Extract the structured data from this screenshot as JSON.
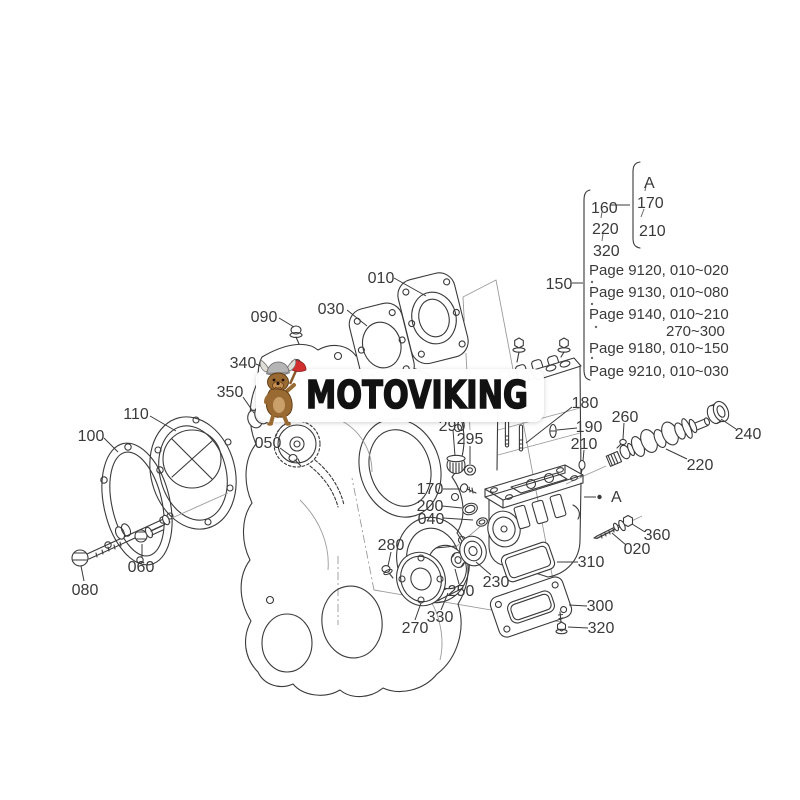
{
  "product_watermark": {
    "brand": "MOTOVIKING",
    "mascot": "viking-dog-with-axe",
    "box_color": "#ffffff",
    "text_color": "#121212",
    "axe_color": "#d32f2f",
    "fur_color": "#9a6a33",
    "helmet_color": "#b5b5b5"
  },
  "diagram": {
    "type": "exploded-parts-diagram",
    "line_color": "#3a3a3a",
    "callouts": {
      "c010": "010",
      "c020": "020",
      "c030": "030",
      "c040": "040",
      "c050": "050",
      "c060": "060",
      "c080": "080",
      "c090": "090",
      "c100": "100",
      "c110": "110",
      "c170": "170",
      "c180": "180",
      "c190": "190",
      "c200": "200",
      "c210": "210",
      "c220": "220",
      "c230": "230",
      "c240": "240",
      "c250": "250",
      "c260": "260",
      "c270": "270",
      "c280": "280",
      "c290": "290",
      "c295": "295",
      "c300": "300",
      "c310": "310",
      "c320": "320",
      "c330": "330",
      "c340": "340",
      "c350": "350",
      "c360": "360",
      "cA": "A"
    },
    "reference": {
      "group_label": "150",
      "items": [
        "160",
        "220",
        "320"
      ],
      "sub_items": [
        "A",
        "170",
        "210"
      ],
      "pages": [
        "Page 9120, 010~020",
        "Page 9130, 010~080",
        "Page 9140, 010~210",
        "270~300",
        "Page 9180, 010~150",
        "Page 9210, 010~030"
      ]
    }
  }
}
